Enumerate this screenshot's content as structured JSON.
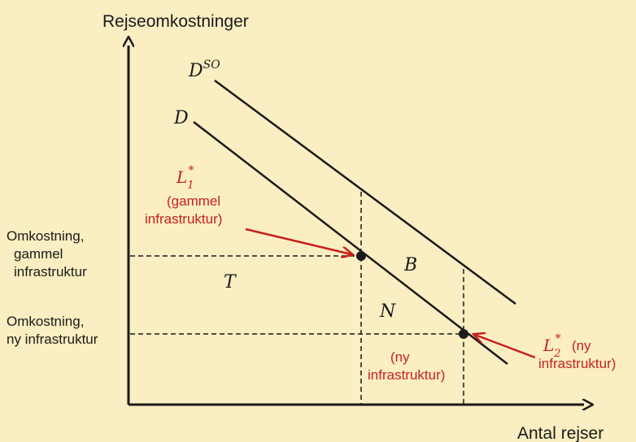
{
  "axes": {
    "y_title": "Rejseomkostninger",
    "x_title": "Antal rejser"
  },
  "y_ticks": {
    "old_cost": [
      "Omkostning,",
      "gammel",
      "infrastruktur"
    ],
    "new_cost": [
      "Omkostning,",
      "ny infrastruktur"
    ]
  },
  "curves": {
    "dso_base": "D",
    "dso_sup": "SO",
    "d": "D"
  },
  "regions": {
    "t": "T",
    "b": "B",
    "n": "N"
  },
  "annotations": {
    "l1_base": "L",
    "l1_sub": "1",
    "l1_sup": "*",
    "l1_text": [
      "(gammel",
      "infrastruktur)"
    ],
    "l2_base": "L",
    "l2_sub": "2",
    "l2_sup": "*",
    "l2_text_inline": "(ny",
    "l2_text": "infrastruktur)",
    "area_text": [
      "(ny",
      "infrastruktur)"
    ]
  },
  "colors": {
    "background": "#fbeec2",
    "line": "#1a1a1a",
    "accent": "#c8201e"
  }
}
